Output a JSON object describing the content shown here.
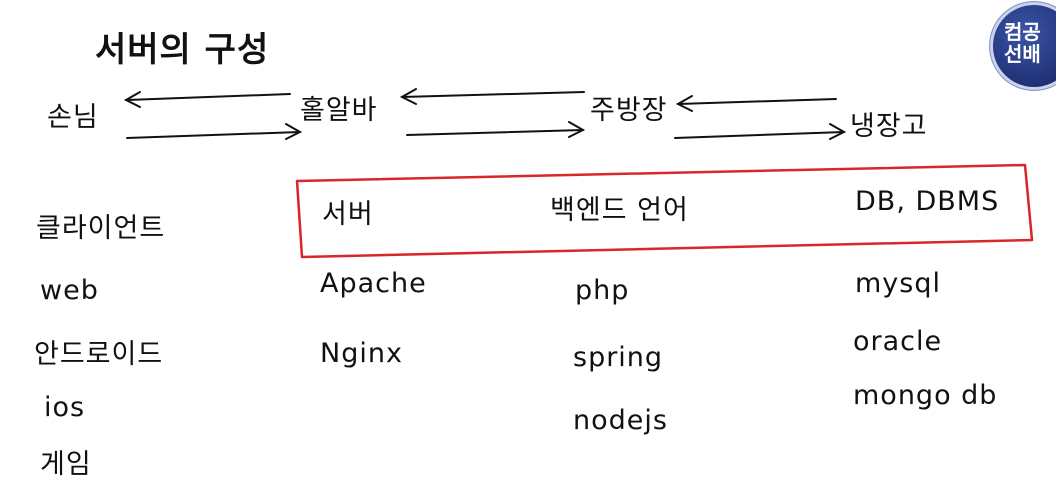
{
  "title": "서버의 구성",
  "badge": {
    "line1": "컴공",
    "line2": "선배"
  },
  "flow": [
    "손님",
    "홀알바",
    "주방장",
    "냉장고"
  ],
  "columns": {
    "client": {
      "header": "클라이언트",
      "items": [
        "web",
        "안드로이드",
        "ios",
        "게임"
      ]
    },
    "server": {
      "header": "서버",
      "items": [
        "Apache",
        "Nginx"
      ]
    },
    "backend": {
      "header": "백엔드 언어",
      "items": [
        "php",
        "spring",
        "nodejs"
      ]
    },
    "db": {
      "header": "DB, DBMS",
      "items": [
        "mysql",
        "oracle",
        "mongo db"
      ]
    }
  },
  "colors": {
    "highlight_box": "#d9262b",
    "ink": "#111111",
    "badge_bg": "#243580"
  }
}
